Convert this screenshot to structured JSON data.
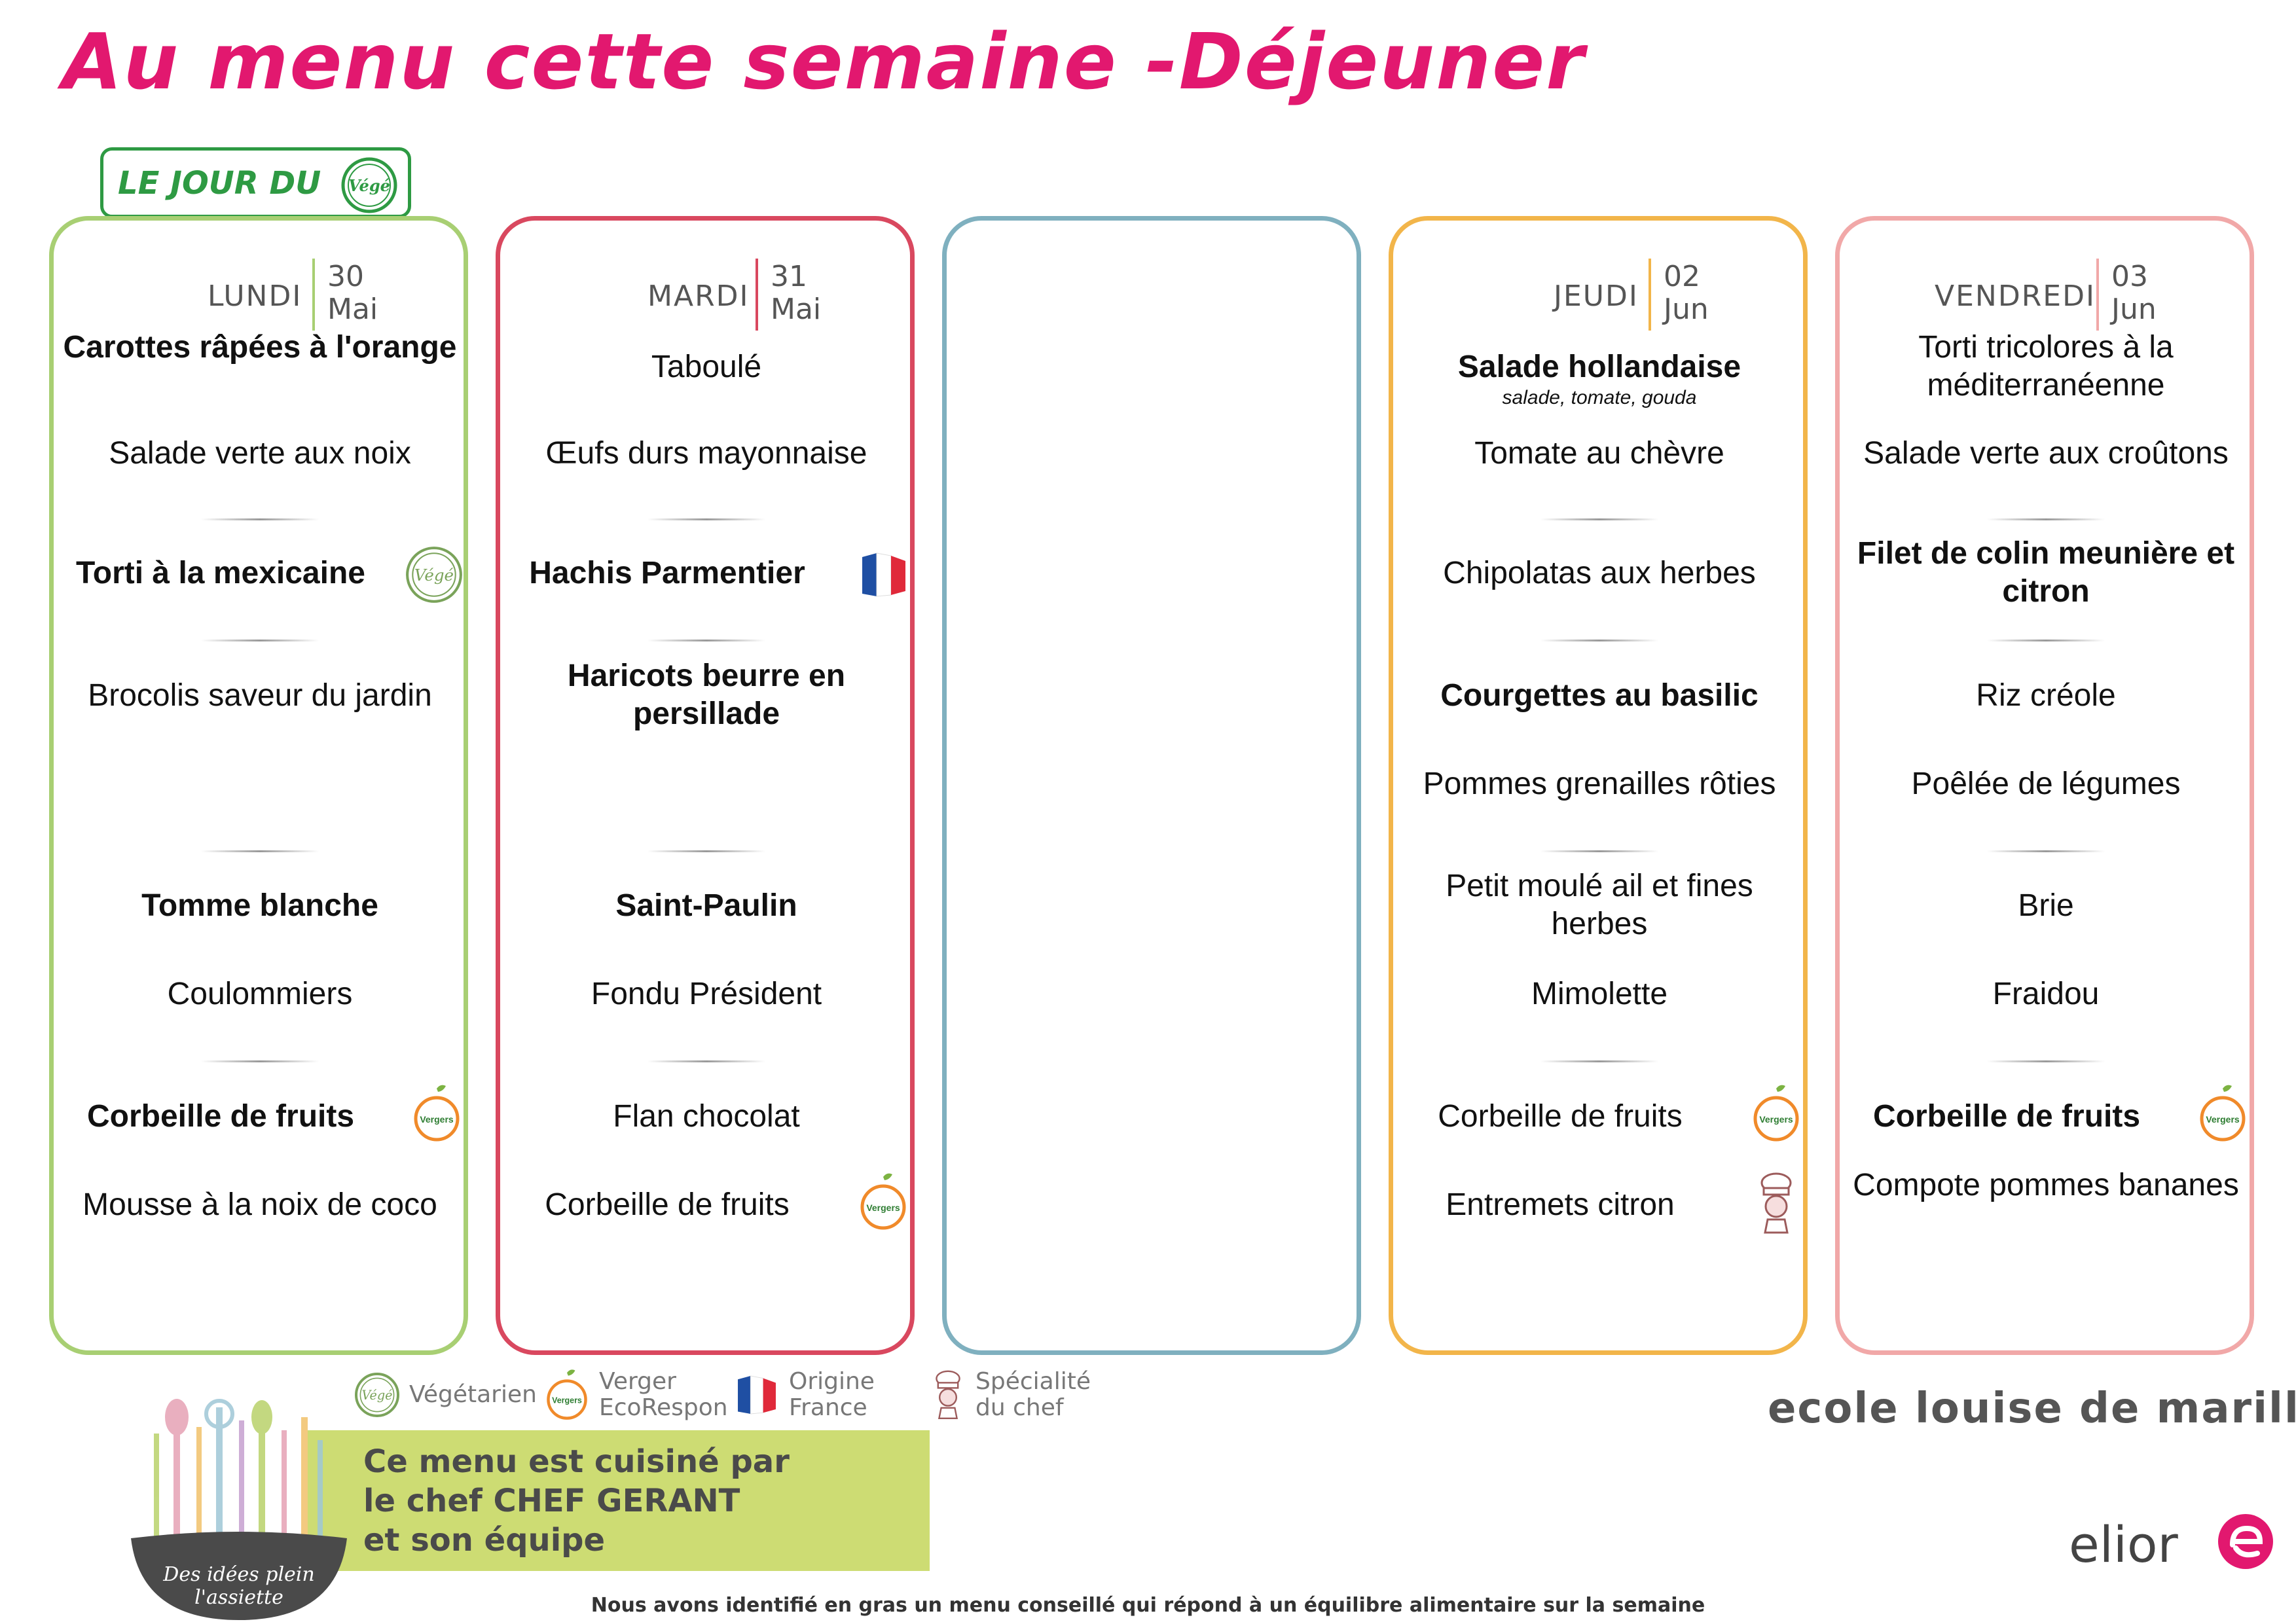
{
  "title": "Au menu cette semaine -Déjeuner",
  "vege_banner": {
    "text": "LE JOUR DU",
    "badge": "Végé"
  },
  "days": [
    {
      "name": "LUNDI",
      "day": "30",
      "month": "Mai",
      "color": "#a8cf73",
      "items": {
        "starter1": "Carottes râpées à l'orange",
        "starter2": "Salade verte aux noix",
        "main": "Torti à la mexicaine",
        "side": "Brocolis saveur du jardin",
        "cheese1": "Tomme blanche",
        "cheese2": "Coulommiers",
        "dessert1": "Corbeille de fruits",
        "dessert2": "Mousse à la noix de coco"
      }
    },
    {
      "name": "MARDI",
      "day": "31",
      "month": "Mai",
      "color": "#d9485f",
      "items": {
        "starter1": "Taboulé",
        "starter2": "Œufs durs mayonnaise",
        "main": "Hachis Parmentier",
        "side": "Haricots beurre en persillade",
        "cheese1": "Saint-Paulin",
        "cheese2": "Fondu Président",
        "dessert1": "Flan chocolat",
        "dessert2": "Corbeille de fruits"
      }
    },
    {
      "name": "",
      "day": "",
      "month": "",
      "color": "#7fb0bf",
      "items": {}
    },
    {
      "name": "JEUDI",
      "day": "02",
      "month": "Jun",
      "color": "#f2b54a",
      "items": {
        "starter1": "Salade hollandaise",
        "starter1_sub": "salade, tomate, gouda",
        "starter2": "Tomate au chèvre",
        "main": "Chipolatas aux herbes",
        "side1": "Courgettes au basilic",
        "side2": "Pommes grenailles rôties",
        "cheese1": "Petit moulé ail et fines herbes",
        "cheese2": "Mimolette",
        "dessert1": "Corbeille de fruits",
        "dessert2": "Entremets citron"
      }
    },
    {
      "name": "VENDREDI",
      "day": "03",
      "month": "Jun",
      "color": "#f1a8a8",
      "items": {
        "starter1": "Torti tricolores à la méditerranéenne",
        "starter2": "Salade verte aux croûtons",
        "main": "Filet de colin meunière et citron",
        "side1": "Riz créole",
        "side2": "Poêlée de légumes",
        "cheese1": "Brie",
        "cheese2": "Fraidou",
        "dessert1": "Corbeille de fruits",
        "dessert2": "Compote pommes bananes"
      }
    }
  ],
  "legend": {
    "vege_badge": "Végé",
    "vegetarien": "Végétarien",
    "verger": [
      "Verger",
      "EcoRespon"
    ],
    "origine": [
      "Origine",
      "France"
    ],
    "specialite": [
      "Spécialité",
      "du chef"
    ]
  },
  "icon_labels": {
    "verger": "Vergers"
  },
  "school_name": "ecole louise de marillac",
  "chef_box": [
    "Ce menu est cuisiné par",
    "le chef CHEF GERANT",
    "et son équipe"
  ],
  "left_logo": [
    "Des idées plein",
    "l'assiette"
  ],
  "brand": "elior",
  "footnote": "Nous avons identifié en gras un menu conseillé qui répond à un équilibre alimentaire sur la semaine",
  "colors": {
    "title": "#e2186f",
    "vege_green": "#2e9a43",
    "chef_box": "#cddc73",
    "verger_orange": "#f08a2a",
    "elior_red": "#e2186f"
  }
}
